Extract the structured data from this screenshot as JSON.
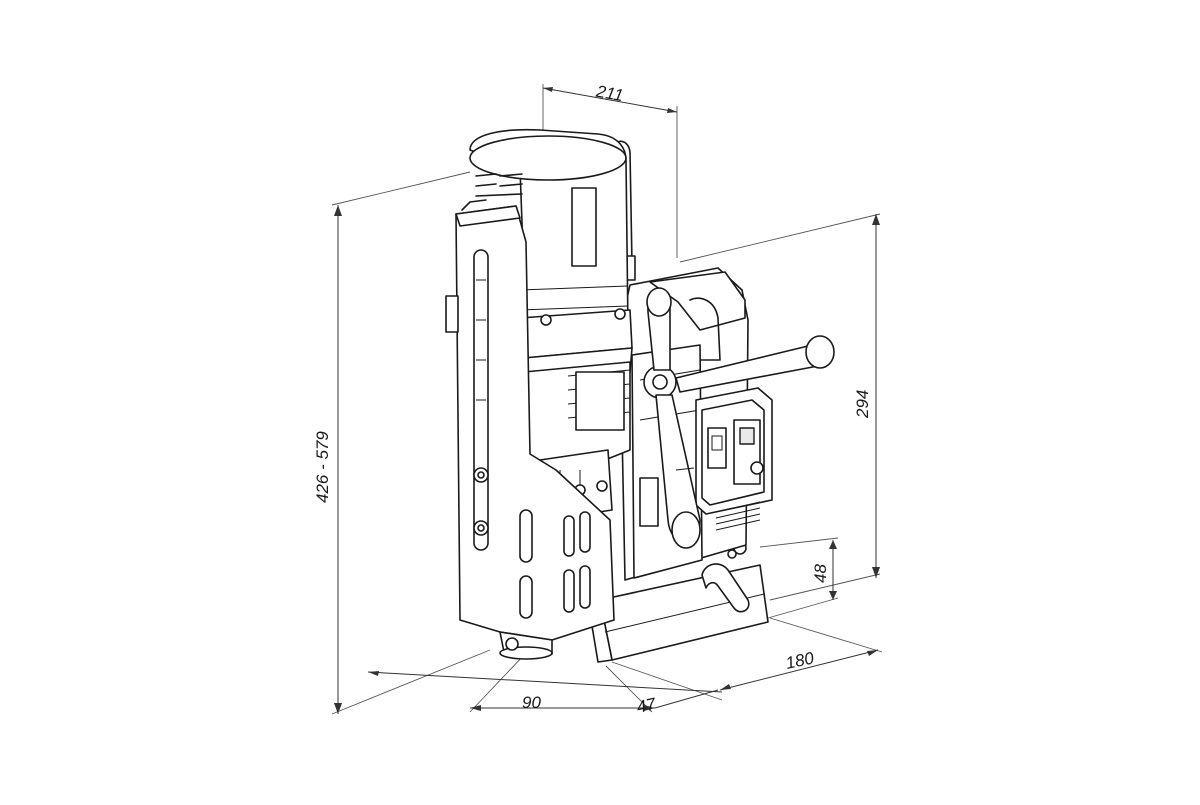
{
  "dimensions": {
    "depth_top": "211",
    "height_range": "426 - 579",
    "base_height": "294",
    "magnet_height": "48",
    "base_length": "180",
    "spindle_offset": "90",
    "column_offset": "47"
  }
}
